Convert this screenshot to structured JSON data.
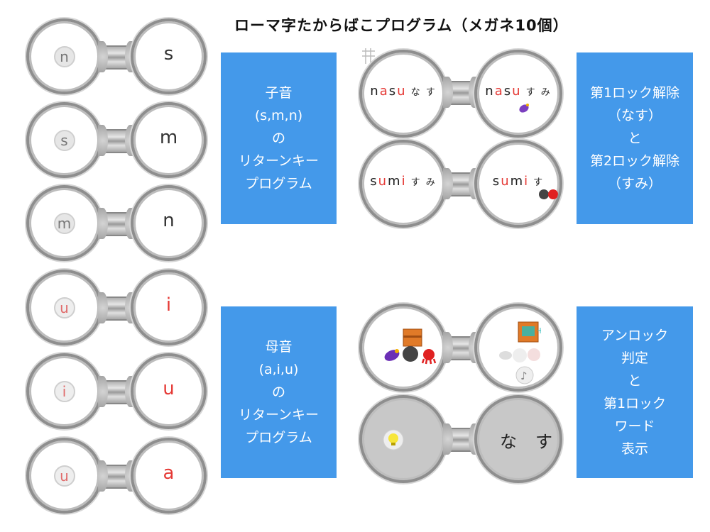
{
  "title": "ローマ字たからばこプログラム（メガネ10個）",
  "left_glasses": [
    {
      "left": "n",
      "right": "s",
      "color": "grey"
    },
    {
      "left": "s",
      "right": "m",
      "color": "grey"
    },
    {
      "left": "m",
      "right": "n",
      "color": "grey"
    },
    {
      "left": "u",
      "right": "i",
      "color": "red"
    },
    {
      "left": "i",
      "right": "u",
      "color": "red"
    },
    {
      "left": "u",
      "right": "a",
      "color": "red"
    }
  ],
  "boxes": {
    "consonant": [
      "子音",
      "(s,m,n)",
      "の",
      "リターンキー",
      "プログラム"
    ],
    "vowel": [
      "母音",
      "(a,i,u)",
      "の",
      "リターンキー",
      "プログラム"
    ],
    "lock": [
      "第1ロック解除",
      "（なす）",
      "と",
      "第2ロック解除",
      "（すみ）"
    ],
    "unlock": [
      "アンロック",
      "判定",
      "と",
      "第1ロック",
      "ワード",
      "表示"
    ]
  },
  "nasu": {
    "chars": [
      {
        "c": "n",
        "red": false
      },
      {
        "c": "a",
        "red": true
      },
      {
        "c": "s",
        "red": false
      },
      {
        "c": "u",
        "red": true
      }
    ],
    "kana_left": "な す",
    "kana_right": "す み"
  },
  "sumi": {
    "chars": [
      {
        "c": "s",
        "red": false
      },
      {
        "c": "u",
        "red": true
      },
      {
        "c": "m",
        "red": false
      },
      {
        "c": "i",
        "red": true
      }
    ],
    "kana_left": "す み",
    "kana_right": "す"
  },
  "grey_glasses": {
    "left_kana": "な",
    "right_kana": "す"
  }
}
